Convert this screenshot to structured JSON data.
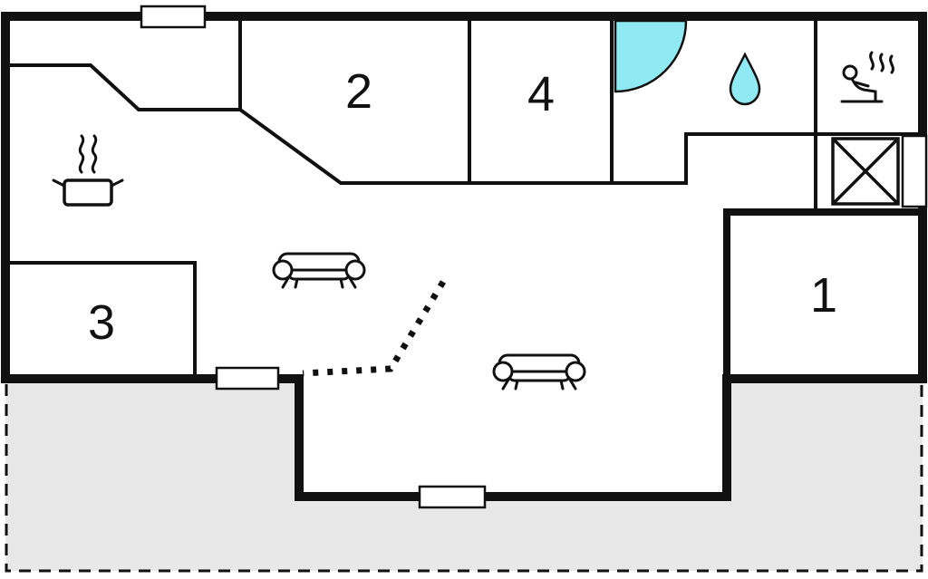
{
  "plan": {
    "title": "floor-plan",
    "rooms": [
      {
        "name": "room-1",
        "label": "1"
      },
      {
        "name": "room-2",
        "label": "2"
      },
      {
        "name": "room-3",
        "label": "3"
      },
      {
        "name": "room-4",
        "label": "4"
      }
    ],
    "icons": [
      "cooking-pot-icon",
      "steam-icon",
      "sofa-icon",
      "sofa-icon",
      "shower-icon",
      "water-drop-icon",
      "sauna-icon",
      "crossed-box-icon",
      "window-icon",
      "window-icon",
      "window-icon",
      "door-icon",
      "dotted-partition"
    ],
    "colors": {
      "wall": "#111111",
      "water": "#8feaf3",
      "terrace": "#e8e8e8",
      "floor": "#ffffff"
    }
  }
}
